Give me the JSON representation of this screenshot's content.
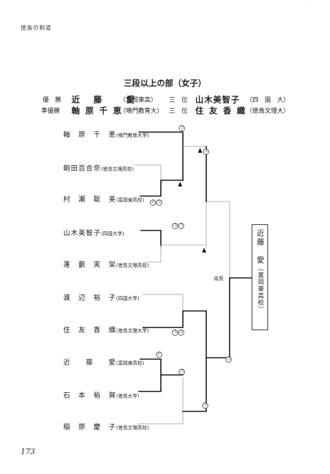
{
  "header": "徳島の剣道",
  "title": "三段以上の部（女子）",
  "results": [
    {
      "rank": "優　勝",
      "name": "近　藤　　愛",
      "school": "（富岡東高）",
      "rank2": "三　位",
      "name2": "山木美智子",
      "school2": "（四　国　大）"
    },
    {
      "rank": "準優勝",
      "name": "軸 原 千 恵",
      "school": "（鳴門教育大）",
      "rank2": "三　位",
      "name2": "住 友 香 織",
      "school2": "（徳島文理大）"
    }
  ],
  "players": [
    {
      "name": "軸　原　千　恵",
      "school": "(鳴門教育大学)"
    },
    {
      "name": "朝田百合奈",
      "school": "(徳島文理高校)"
    },
    {
      "name": "村　瀬　聡　美",
      "school": "(富岡東高校)"
    },
    {
      "name": "山木美智子",
      "school": "(四国大学)"
    },
    {
      "name": "蓬　藪　実　架",
      "school": "(徳島文理高校)"
    },
    {
      "name": "渡　辺　裕　子",
      "school": "(四国大学)"
    },
    {
      "name": "住　友　香　織",
      "school": "(徳島文理大学)"
    },
    {
      "name": "近　　藤　　愛",
      "school": "(富岡東高校)"
    },
    {
      "name": "石　本　裕　賀",
      "school": "(徳島大学)"
    },
    {
      "name": "稲　原　慶　子",
      "school": "(徳島文理高校)"
    }
  ],
  "winner": {
    "name": "近藤　愛",
    "school": "（富岡東高校）"
  },
  "extension_label": "延長",
  "badges": {
    "men": "メ",
    "kote": "コ",
    "do": "ド"
  },
  "page_number": "173",
  "corner_mark": "-"
}
